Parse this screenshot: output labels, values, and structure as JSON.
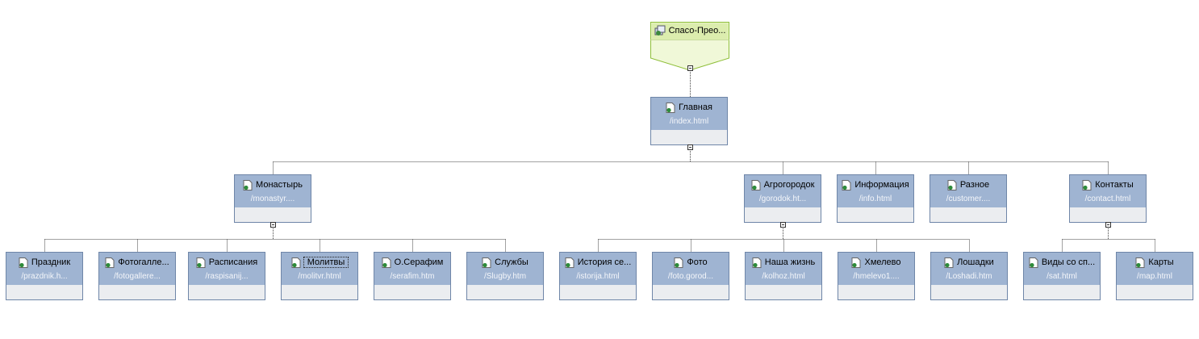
{
  "root": {
    "title": "Спасо-Прео...",
    "icon": "site-icon"
  },
  "nodes": {
    "glavnaya": {
      "title": "Главная",
      "url": "/index.html"
    },
    "monastyr": {
      "title": "Монастырь",
      "url": "/monastyr...."
    },
    "agrogorodok": {
      "title": "Агрогородок",
      "url": "/gorodok.ht..."
    },
    "informatsiya": {
      "title": "Информация",
      "url": "/info.html"
    },
    "raznoe": {
      "title": "Разное",
      "url": "/customer...."
    },
    "kontakty": {
      "title": "Контакты",
      "url": "/contact.html"
    },
    "prazdnik": {
      "title": "Праздник",
      "url": "/prazdnik.h..."
    },
    "fotogalle": {
      "title": "Фотогалле...",
      "url": "/fotogallere..."
    },
    "raspisaniya": {
      "title": "Расписания",
      "url": "/raspisanij..."
    },
    "molitvy": {
      "title": "Молитвы",
      "url": "/molitvr.html"
    },
    "oserafim": {
      "title": "О.Серафим",
      "url": "/serafim.htm"
    },
    "sluzhby": {
      "title": "Службы",
      "url": "/Slugby.htm"
    },
    "istoriya": {
      "title": "История се...",
      "url": "/istorija.html"
    },
    "foto": {
      "title": "Фото",
      "url": "/foto.gorod..."
    },
    "nashazhizn": {
      "title": "Наша жизнь",
      "url": "/kolhoz.html"
    },
    "hmelevo": {
      "title": "Хмелево",
      "url": "/hmelevo1...."
    },
    "loshadki": {
      "title": "Лошадки",
      "url": "/Loshadi.htm"
    },
    "vidysosp": {
      "title": "Виды со сп...",
      "url": "/sat.html"
    },
    "karty": {
      "title": "Карты",
      "url": "/map.html"
    }
  },
  "colors": {
    "node_header": "#9fb4d2",
    "node_body": "#ebedf0",
    "root_border": "#8fbf3a",
    "root_fill": "#f0f8d8"
  }
}
